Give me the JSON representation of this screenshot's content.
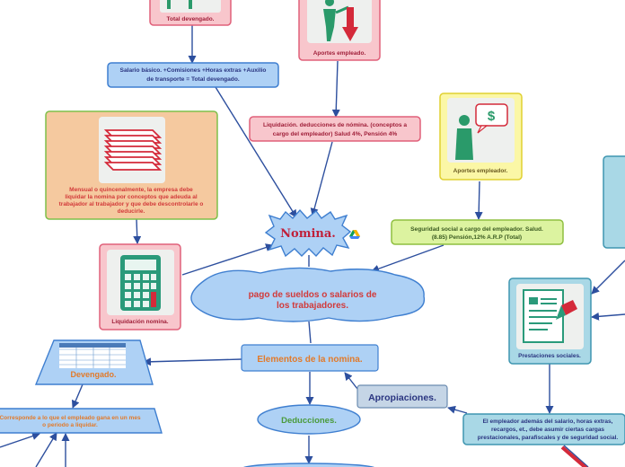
{
  "nodes": {
    "total_devengado_card": "Total devengado.",
    "aportes_empleado_card": "Aportes empleado.",
    "salario_formula": "Salario básico. +Comisiones +Horas extras +Auxilio de transporte = Total devengado.",
    "liquidacion_deducciones": "Liquidación. deducciones de nómina. (conceptos a cargo del empleador) Salud 4%, Pensión 4%",
    "aportes_empleador_card": "Aportes empleador.",
    "mensual_quincenal": "Mensual o quincenalmente, la empresa debe liquidar la nomina por conceptos que adeuda al trabajador al trabajador y que debe descontrolarle o deducirle.",
    "seguridad_social": "Seguridad social a cargo del empleador. Salud. (8.85) Pensión,12% A.R.P (Total)",
    "nomina_title": "Nomina.",
    "liquidacion_nomina_card": "Liquidación nomina.",
    "pago_sueldos": "pago de sueldos o salarios de los trabajadores.",
    "elementos_nomina": "Elementos de la nomina.",
    "devengado": "Devengado.",
    "prestaciones_sociales_card": "Prestaciones sociales.",
    "apropiaciones": "Apropiaciones.",
    "corresponde": "Corresponde a lo que el empleado gana en un mes o periodo a liquidar.",
    "deducciones": "Deducciones.",
    "empleador_ademas": "El empleador además del salario, horas extras, recargos, et., debe asumir ciertas cargas prestacionales, parafiscales y de seguridad social."
  },
  "colors": {
    "pink_fill": "#f8c6cc",
    "pink_border": "#e0607a",
    "blue_fill": "#aed1f5",
    "blue_border": "#3f7fd0",
    "yellow_fill": "#fbf7a6",
    "yellow_border": "#e0d030",
    "orange_fill": "#f5c99f",
    "orange_border": "#7fbf4a",
    "green_fill": "#dcf3a0",
    "green_border": "#8fbf40",
    "teal_fill": "#a9d8e6",
    "teal_border": "#3f96b0",
    "slate_fill": "#c5d5e6",
    "slate_border": "#6c8cb0",
    "arrow": "#2d4f9e",
    "red_text": "#d23a3a",
    "orange_text": "#e27a2a",
    "green_text": "#4a9a3a",
    "navy_text": "#2a3580",
    "maroon_text": "#a0203a"
  },
  "icons": [
    "person-scale-icon",
    "person-chat-dollar-icon",
    "stack-papers-icon",
    "calculator-icon",
    "document-pen-icon",
    "spreadsheet-thumbnail-icon",
    "google-drive-icon"
  ]
}
